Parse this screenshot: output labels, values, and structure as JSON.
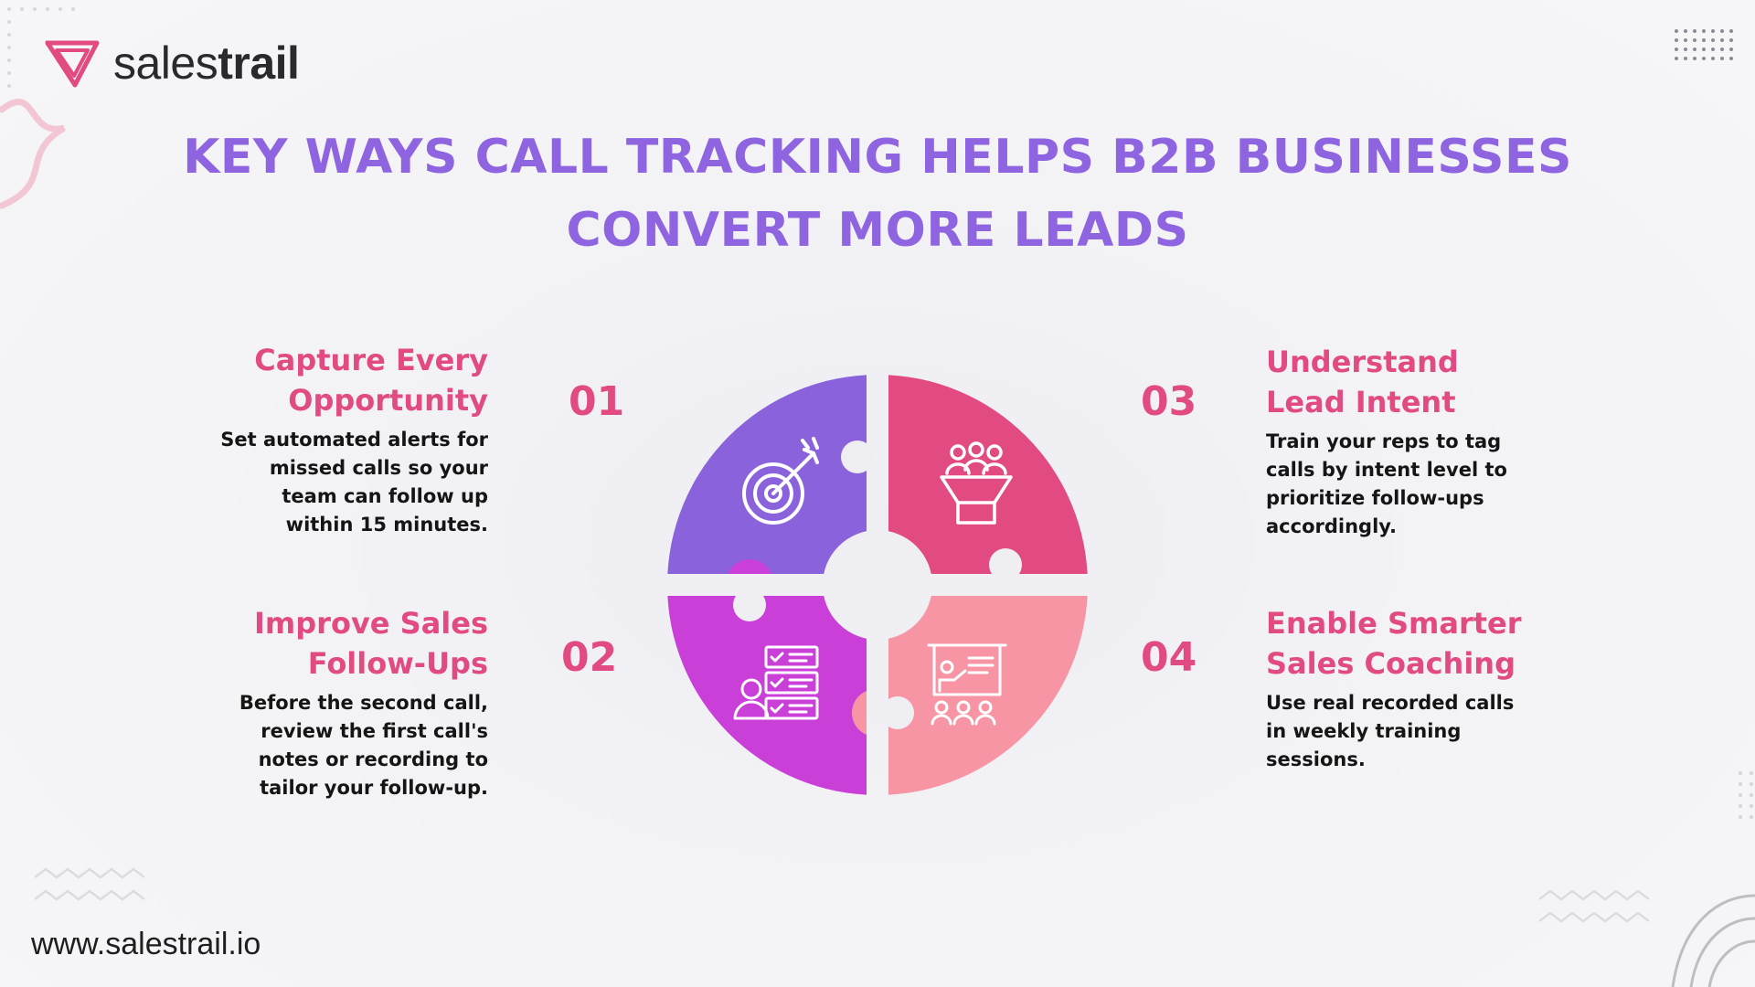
{
  "brand": {
    "name_light": "sales",
    "name_bold": "trail",
    "accent": "#e24a82"
  },
  "title": {
    "line1": "KEY WAYS CALL TRACKING HELPS B2B BUSINESSES",
    "line2": "CONVERT MORE LEADS",
    "color": "#8f64e0"
  },
  "items": [
    {
      "number": "01",
      "heading_line1": "Capture Every",
      "heading_line2": "Opportunity",
      "text": [
        "Set automated alerts for",
        "missed calls so your",
        "team can follow up",
        "within 15 minutes."
      ],
      "icon": "target-arrow-icon",
      "color": "#8a63dc"
    },
    {
      "number": "02",
      "heading_line1": "Improve Sales",
      "heading_line2": "Follow-Ups",
      "text": [
        "Before the second call,",
        "review the first call's",
        "notes or recording to",
        "tailor your follow-up."
      ],
      "icon": "checklist-user-icon",
      "color": "#c93fd8"
    },
    {
      "number": "03",
      "heading_line1": "Understand",
      "heading_line2": "Lead Intent",
      "text": [
        "Train your reps to tag",
        "calls by intent level to",
        "prioritize follow-ups",
        "accordingly."
      ],
      "icon": "people-funnel-icon",
      "color": "#e24a82"
    },
    {
      "number": "04",
      "heading_line1": "Enable Smarter",
      "heading_line2": "Sales Coaching",
      "text": [
        "Use real recorded calls",
        "in weekly training",
        "sessions."
      ],
      "icon": "presentation-board-icon",
      "color": "#f795a4"
    }
  ],
  "footer": {
    "website": "www.salestrail.io"
  }
}
